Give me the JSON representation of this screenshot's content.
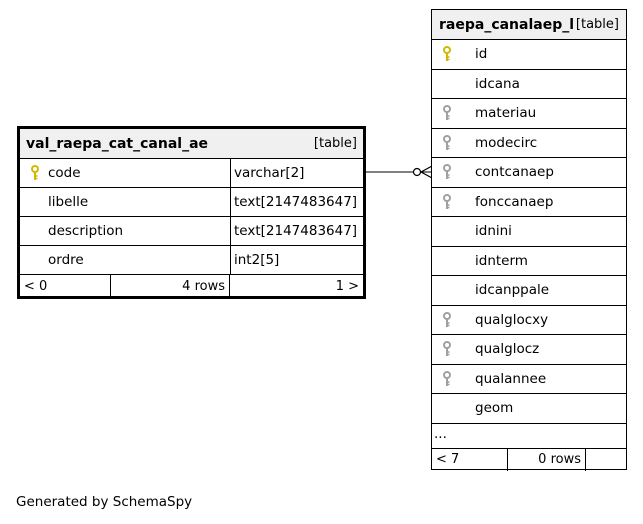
{
  "left_table": {
    "name": "val_raepa_cat_canal_ae",
    "kind": "[table]",
    "columns": [
      {
        "name": "code",
        "type": "varchar[2]",
        "key": "primary"
      },
      {
        "name": "libelle",
        "type": "text[2147483647]",
        "key": "none"
      },
      {
        "name": "description",
        "type": "text[2147483647]",
        "key": "none"
      },
      {
        "name": "ordre",
        "type": "int2[5]",
        "key": "none"
      }
    ],
    "footer": {
      "left": "< 0",
      "middle": "4 rows",
      "right": "1 >"
    }
  },
  "right_table": {
    "name": "raepa_canalaep_l",
    "kind": "[table]",
    "columns": [
      {
        "name": "id",
        "key": "primary"
      },
      {
        "name": "idcana",
        "key": "none"
      },
      {
        "name": "materiau",
        "key": "foreign"
      },
      {
        "name": "modecirc",
        "key": "foreign"
      },
      {
        "name": "contcanaep",
        "key": "foreign"
      },
      {
        "name": "fonccanaep",
        "key": "foreign"
      },
      {
        "name": "idnini",
        "key": "none"
      },
      {
        "name": "idnterm",
        "key": "none"
      },
      {
        "name": "idcanppale",
        "key": "none"
      },
      {
        "name": "qualglocxy",
        "key": "foreign"
      },
      {
        "name": "qualglocz",
        "key": "foreign"
      },
      {
        "name": "qualannee",
        "key": "foreign"
      },
      {
        "name": "geom",
        "key": "none"
      }
    ],
    "ellipsis": "...",
    "footer": {
      "left": "< 7",
      "middle": "0 rows",
      "right": ""
    }
  },
  "caption": "Generated by SchemaSpy",
  "colors": {
    "primary_key": "#d4b800",
    "foreign_key": "#a0a0a0",
    "header_bg": "#f0f0f0"
  }
}
